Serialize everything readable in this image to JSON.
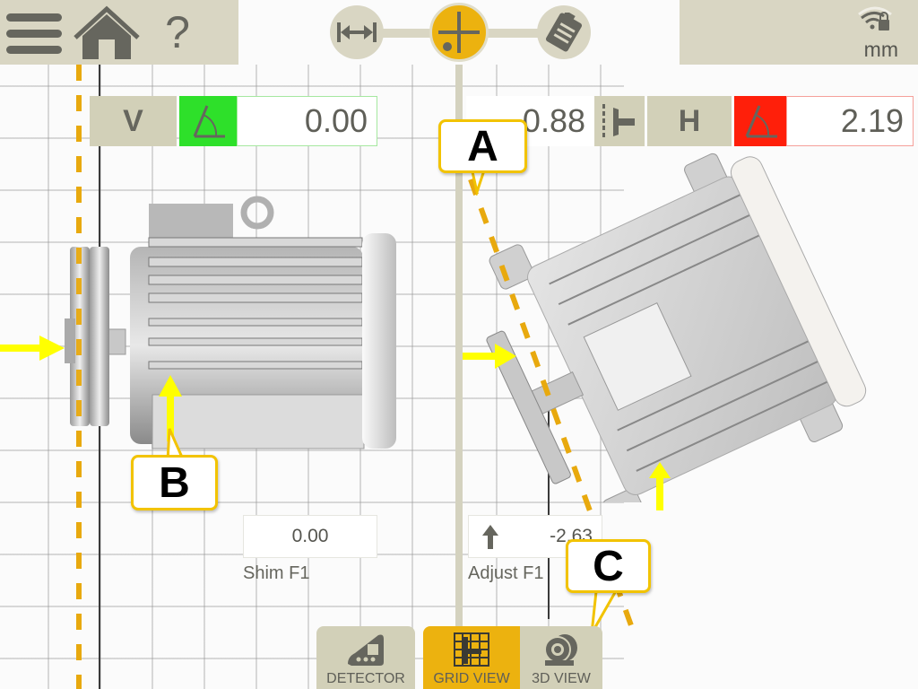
{
  "topbar": {
    "menu_icon": "hamburger-menu-icon",
    "home_icon": "home-icon",
    "help_glyph": "?",
    "wifi_icon": "wifi-locked-icon",
    "unit": "mm"
  },
  "nav_steps": [
    {
      "name": "dimensions",
      "icon": "dimension-arrows-icon",
      "active": false
    },
    {
      "name": "measure",
      "icon": "crosshair-target-icon",
      "active": true
    },
    {
      "name": "results",
      "icon": "report-document-icon",
      "active": false
    }
  ],
  "vertical": {
    "label": "V",
    "angle_status_color": "#2ee02a",
    "angle_value": "0.00"
  },
  "horizontal": {
    "offset_value": "0.88",
    "offset_icon": "coupling-offset-icon",
    "label": "H",
    "angle_status_color": "#ff1f0a",
    "angle_value": "2.19"
  },
  "shim": {
    "value": "0.00",
    "caption": "Shim F1"
  },
  "adjust": {
    "direction_icon": "arrow-up-icon",
    "value": "-2.63",
    "caption": "Adjust F1"
  },
  "callouts": {
    "a": "A",
    "b": "B",
    "c": "C"
  },
  "tabs": [
    {
      "label": "DETECTOR",
      "icon": "detector-icon",
      "active": false
    },
    {
      "label": "GRID VIEW",
      "icon": "grid-view-icon",
      "active": true
    },
    {
      "label": "3D VIEW",
      "icon": "3d-motor-icon",
      "active": false
    }
  ],
  "colors": {
    "accent": "#ecb20f",
    "panel": "#d9d6c3",
    "callout_border": "#f2c300",
    "arrow": "#ffff00",
    "dash": "#e8a90e"
  }
}
